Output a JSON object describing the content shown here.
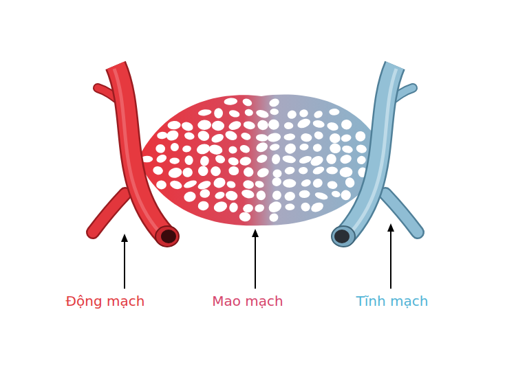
{
  "diagram": {
    "labels": [
      "Động mạch",
      "Mao mạch",
      "Tĩnh mạch"
    ]
  }
}
